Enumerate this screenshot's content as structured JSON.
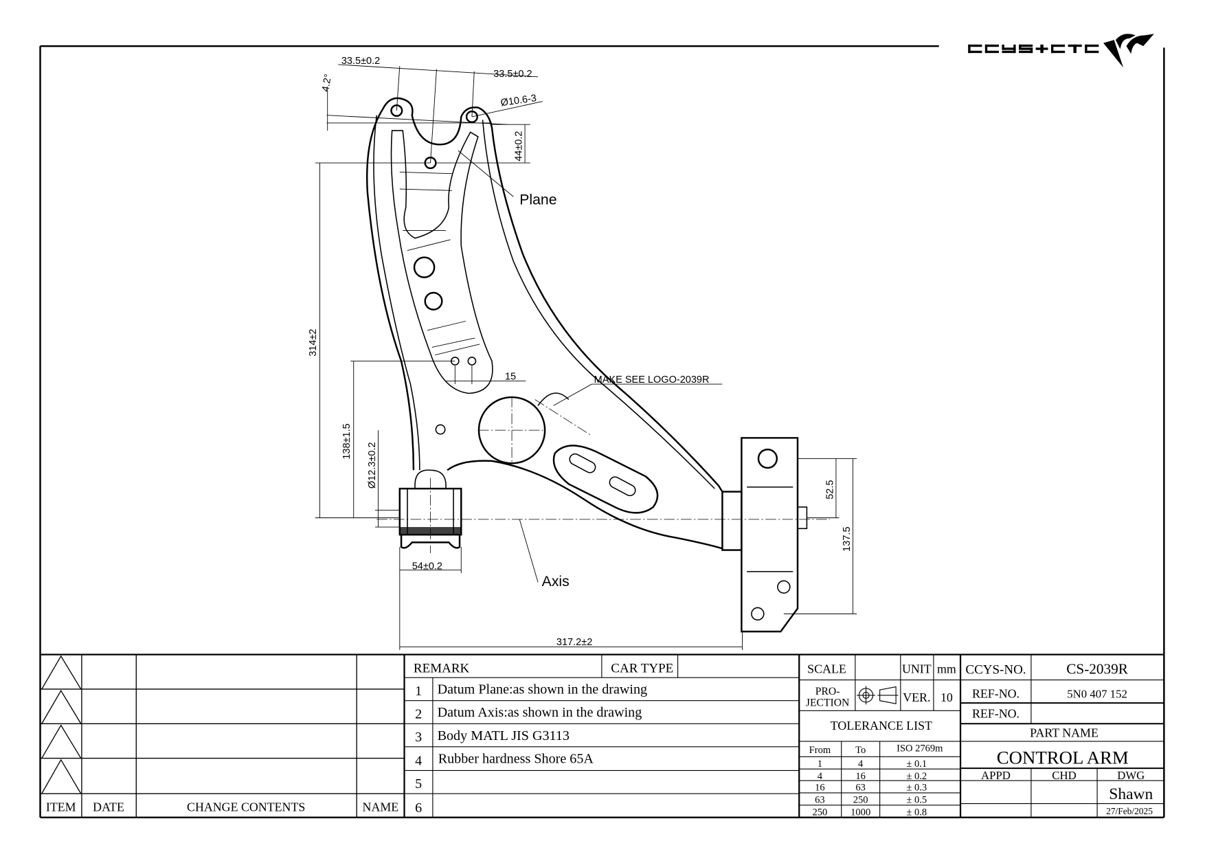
{
  "logo": {
    "text": "CCYS+CTC",
    "icon": "ccys-ctc-logo"
  },
  "drawing": {
    "dims": {
      "top_left_pitch": "33.5±0.2",
      "top_right_pitch": "33.5±0.2",
      "angle": "4.2°",
      "hole_dia": "Ø10.6-3",
      "height_44": "44±0.2",
      "height_314": "314±2",
      "height_138": "138±1.5",
      "bush_dia": "Ø12.3±0.2",
      "offset_15": "15",
      "bush_width": "54±0.2",
      "length_317": "317.2±2",
      "ball_52": "52.5",
      "ball_137": "137.5"
    },
    "callouts": {
      "plane": "Plane",
      "axis": "Axis",
      "logo_note": "MAKE SEE LOGO-2039R"
    }
  },
  "revision_table": {
    "rows": 4,
    "headers": {
      "item": "ITEM",
      "date": "DATE",
      "change": "CHANGE CONTENTS",
      "name": "NAME"
    }
  },
  "remarks": {
    "header": "REMARK",
    "car_type_label": "CAR TYPE",
    "car_type_value": "",
    "items": [
      {
        "no": "1",
        "text": "Datum Plane:as shown in the drawing"
      },
      {
        "no": "2",
        "text": "Datum Axis:as shown in the drawing"
      },
      {
        "no": "3",
        "text": "Body MATL JIS G3113"
      },
      {
        "no": "4",
        "text": "Rubber hardness Shore 65A"
      },
      {
        "no": "5",
        "text": ""
      },
      {
        "no": "6",
        "text": ""
      }
    ]
  },
  "specs": {
    "scale_label": "SCALE",
    "scale_value": "",
    "unit_label": "UNIT",
    "unit_value": "mm",
    "projection_label_1": "PRO-",
    "projection_label_2": "JECTION",
    "ver_label": "VER.",
    "ver_value": "10",
    "tolerance_title": "TOLERANCE LIST",
    "tolerance_headers": [
      "From",
      "To",
      "ISO 2769m"
    ],
    "tolerance_rows": [
      [
        "1",
        "4",
        "± 0.1"
      ],
      [
        "4",
        "16",
        "± 0.2"
      ],
      [
        "16",
        "63",
        "± 0.3"
      ],
      [
        "63",
        "250",
        "± 0.5"
      ],
      [
        "250",
        "1000",
        "± 0.8"
      ]
    ]
  },
  "title_block": {
    "ccys_no_label": "CCYS-NO.",
    "ccys_no": "CS-2039R",
    "ref_no_label": "REF-NO.",
    "ref_no": "5N0 407 152",
    "ref_no2_label": "REF-NO.",
    "ref_no2": "",
    "part_name_label": "PART NAME",
    "part_name": "CONTROL ARM",
    "appd_label": "APPD",
    "chd_label": "CHD",
    "dwg_label": "DWG",
    "dwg_name": "Shawn",
    "date": "27/Feb/2025"
  }
}
